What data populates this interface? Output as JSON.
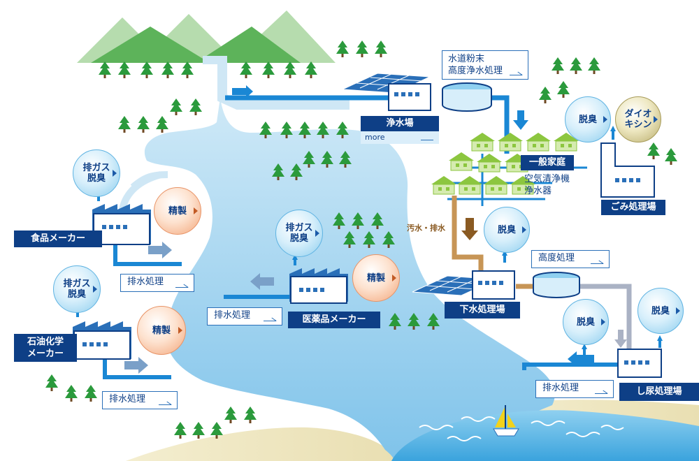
{
  "water_purification": {
    "name": "浄水場",
    "more_label": "more"
  },
  "advanced_treatment_link": {
    "lines": [
      "水道粉末",
      "高度浄水処理"
    ]
  },
  "household": {
    "name": "一般家庭",
    "products": [
      "空気清浄機",
      "浄水器"
    ]
  },
  "waste_plant": {
    "name": "ごみ処理場",
    "deodorize": "脱臭",
    "dioxin": [
      "ダイオ",
      "キシン"
    ]
  },
  "sewage_label": "汚水・排水",
  "sewage_plant": {
    "name": "下水処理場",
    "deodorize": "脱臭",
    "advanced_label": "高度処理"
  },
  "night_soil_plant": {
    "name": "し尿処理場",
    "deodorize_1": "脱臭",
    "deodorize_2": "脱臭",
    "wastewater_label": "排水処理"
  },
  "food_maker": {
    "name": "食品メーカー",
    "gas": [
      "排ガス",
      "脱臭"
    ],
    "refine": "精製",
    "wastewater": "排水処理"
  },
  "pharma_maker": {
    "name": "医薬品メーカー",
    "gas": [
      "排ガス",
      "脱臭"
    ],
    "refine": "精製",
    "wastewater": "排水処理"
  },
  "petro_maker": {
    "name": [
      "石油化学",
      "メーカー"
    ],
    "gas": [
      "排ガス",
      "脱臭"
    ],
    "refine": "精製",
    "wastewater": "排水処理"
  },
  "colors": {
    "navy": "#0e3f86",
    "pipe": "#1a87d4",
    "river": "#a9d6ef",
    "tree": "#2b9a3c",
    "mountain": "#8fc88a"
  }
}
